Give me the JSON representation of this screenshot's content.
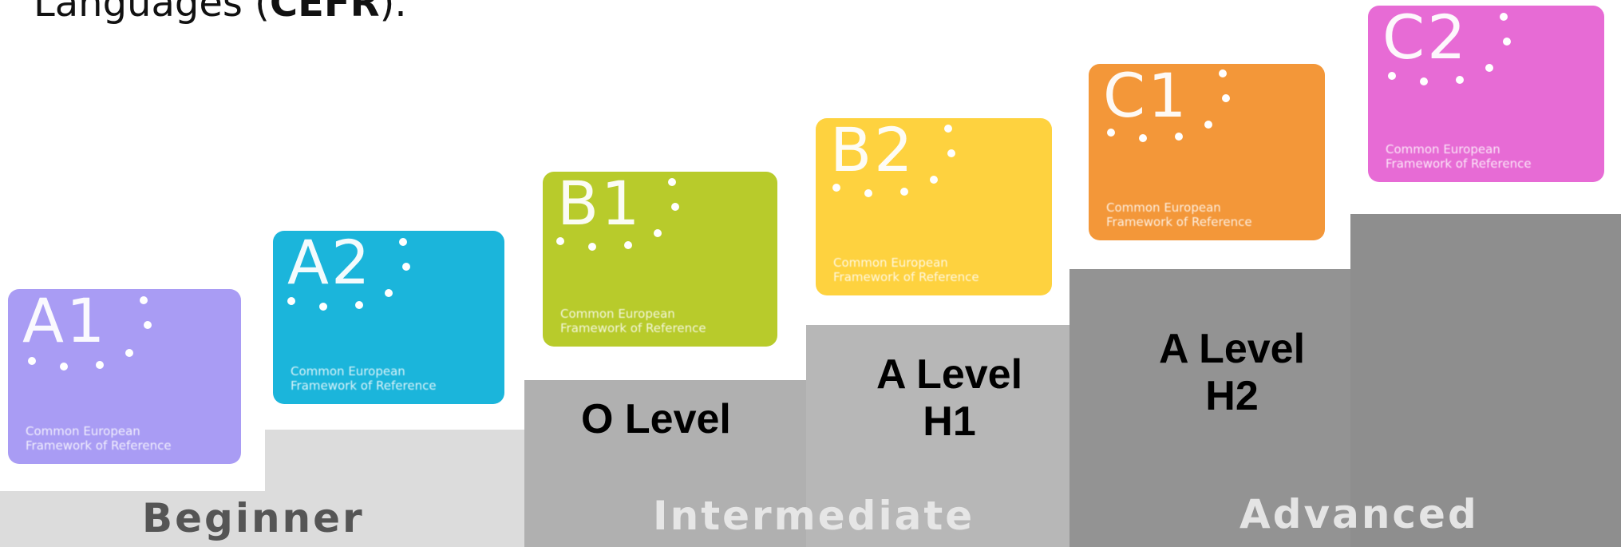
{
  "heading": {
    "prefix": "Languages (",
    "bold": "CEFR",
    "suffix": ")."
  },
  "cards": [
    {
      "code": "A1",
      "caption": "Common European Framework of Reference",
      "color": "#a99cf4"
    },
    {
      "code": "A2",
      "caption": "Common European Framework of Reference",
      "color": "#1bb5db"
    },
    {
      "code": "B1",
      "caption": "Common European Framework of Reference",
      "color": "#b8cb2b"
    },
    {
      "code": "B2",
      "caption": "Common European Framework of Reference",
      "color": "#fed23f"
    },
    {
      "code": "C1",
      "caption": "Common European Framework of Reference",
      "color": "#f39739"
    },
    {
      "code": "C2",
      "caption": "Common European Framework of Reference",
      "color": "#e76bd5"
    }
  ],
  "bands": {
    "beginner": "Beginner",
    "intermediate": "Intermediate",
    "advanced": "Advanced"
  },
  "exams": {
    "o_level": "O Level",
    "a_level_h1": {
      "line1": "A Level",
      "line2": "H1"
    },
    "a_level_h2": {
      "line1": "A Level",
      "line2": "H2"
    }
  },
  "step_colors": {
    "beginner": "#dcdcdc",
    "intermediate_low": "#b0b0b0",
    "intermediate_high": "#b7b7b7",
    "advanced_low": "#939393",
    "advanced_high": "#8e8e8e"
  }
}
